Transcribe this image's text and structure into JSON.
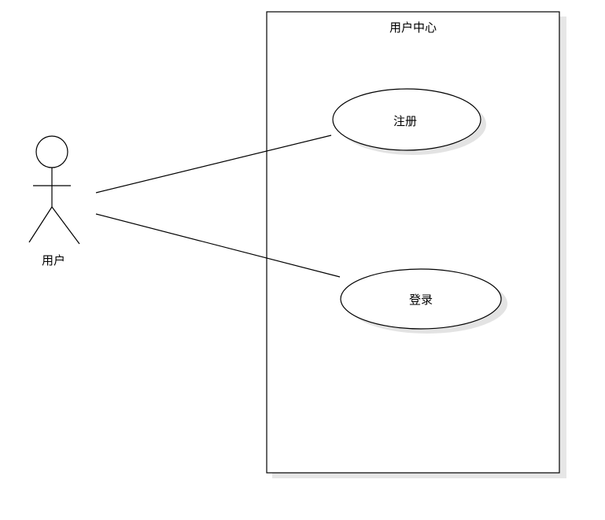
{
  "system": {
    "title": "用户中心"
  },
  "actor": {
    "label": "用户"
  },
  "use_cases": [
    {
      "label": "注册"
    },
    {
      "label": "登录"
    }
  ],
  "associations": [
    {
      "from": "用户",
      "to": "注册"
    },
    {
      "from": "用户",
      "to": "登录"
    }
  ]
}
